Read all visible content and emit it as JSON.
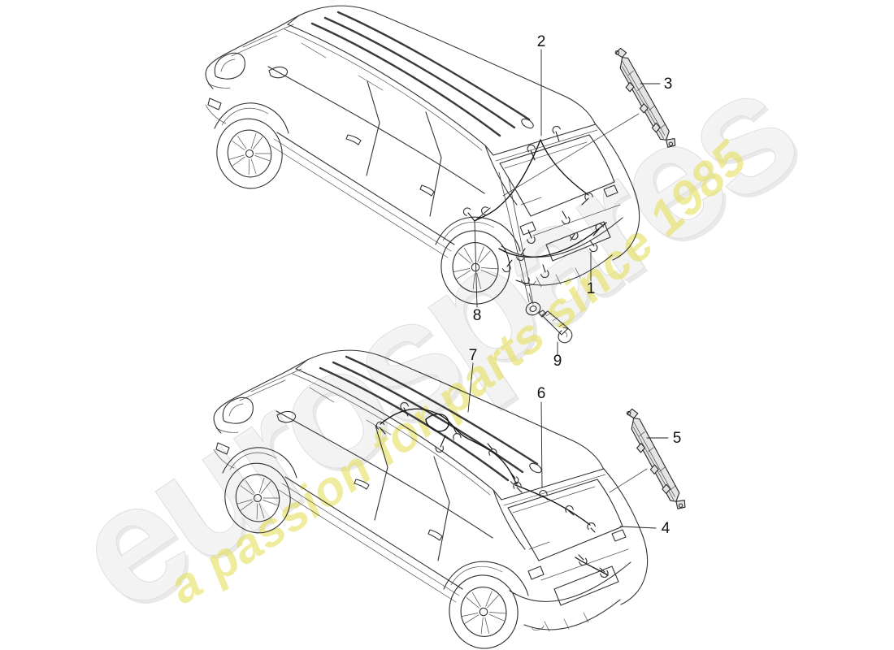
{
  "watermark": {
    "brand": "eurospares",
    "tagline": "a passion for parts since 1985",
    "brand_color": "#f4f4f4",
    "tagline_color": "#e7e05e"
  },
  "callouts": {
    "n1": "1",
    "n2": "2",
    "n3": "3",
    "n4": "4",
    "n5": "5",
    "n6": "6",
    "n7": "7",
    "n8": "8",
    "n9": "9"
  },
  "colors": {
    "line": "#333333",
    "part_fill": "#e4e4e4"
  }
}
